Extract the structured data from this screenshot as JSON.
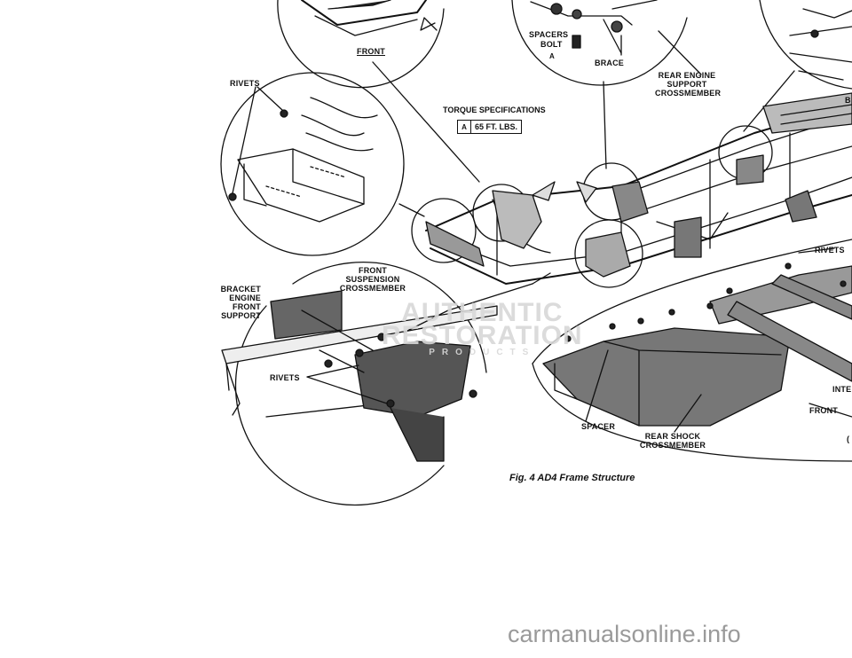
{
  "figure": {
    "caption": "Fig. 4 AD4 Frame Structure"
  },
  "labels": {
    "front_top": "FRONT",
    "spacers": "SPACERS",
    "bolt": "BOLT",
    "bolt_marker": "A",
    "brace": "BRACE",
    "rear_engine_support": [
      "REAR ENGINE",
      "SUPPORT",
      "CROSSMEMBER"
    ],
    "rivets_top": "RIVETS",
    "b_cut": "B",
    "rivets_right": "RIVETS",
    "bracket_engine": [
      "BRACKET",
      "ENGINE",
      "FRONT",
      "SUPPORT"
    ],
    "front_suspension": [
      "FRONT",
      "SUSPENSION",
      "CROSSMEMBER"
    ],
    "rivets_bottom": "RIVETS",
    "spacer": "SPACER",
    "rear_shock": [
      "REAR SHOCK",
      "CROSSMEMBER"
    ],
    "front_right": "FRONT",
    "inte_cut": "INTE",
    "paren_cut": "("
  },
  "torque": {
    "title": "TORQUE SPECIFICATIONS",
    "marker": "A",
    "value": "65 FT. LBS."
  },
  "watermark": {
    "line1": "AUTHENTIC",
    "line2": "RESTORATION",
    "line3": "PRODUCTS"
  },
  "site": "carmanualsonline.info"
}
